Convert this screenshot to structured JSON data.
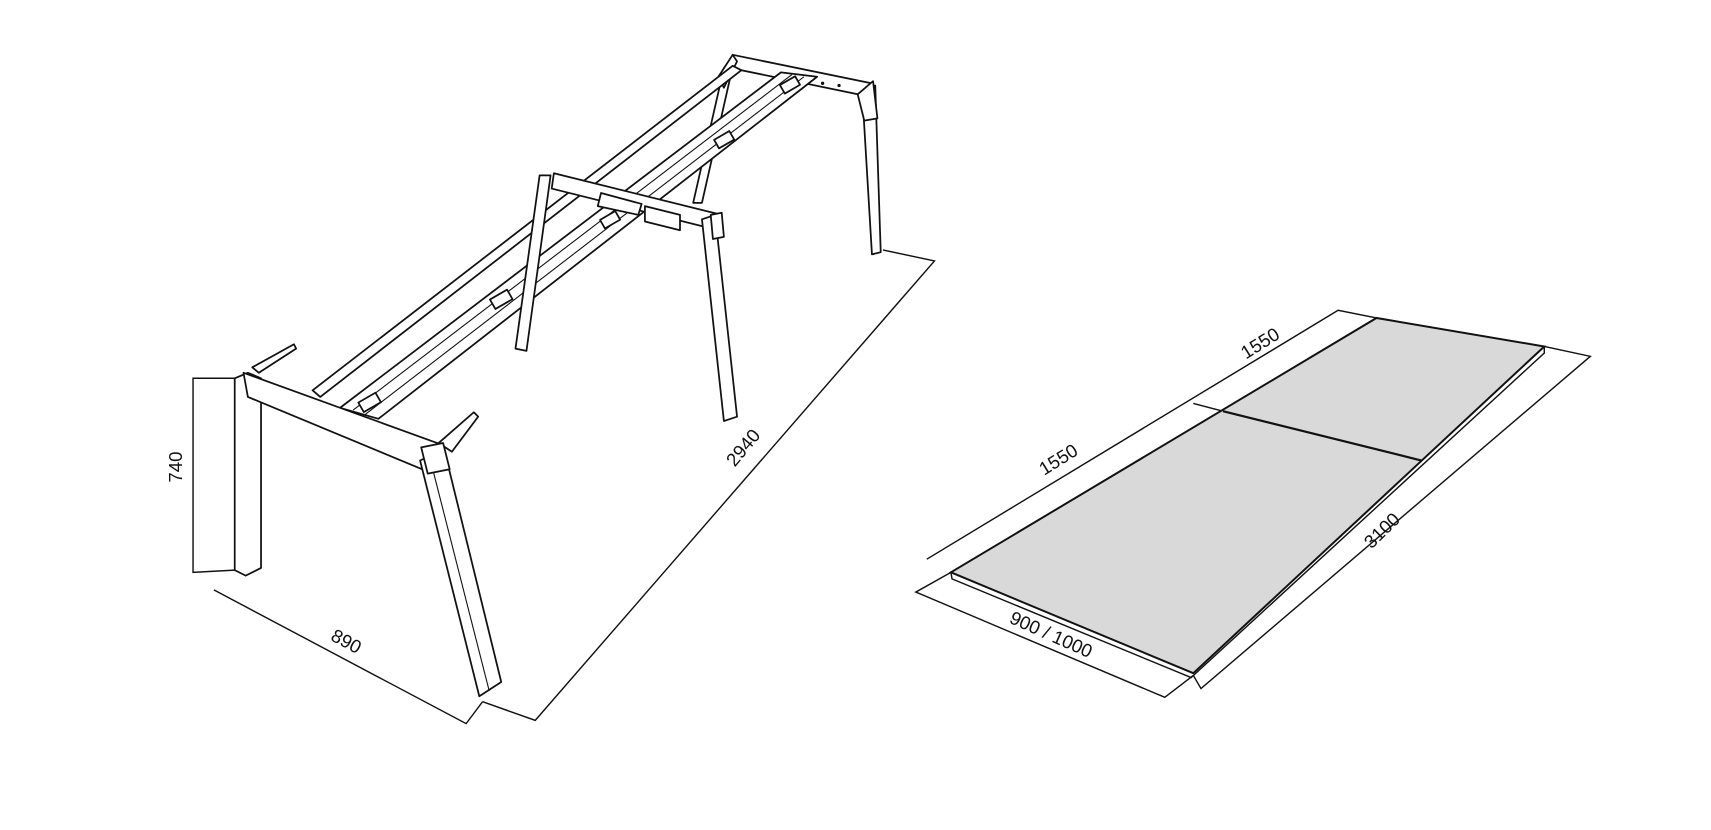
{
  "frame_drawing": {
    "height_label": "740",
    "depth_label": "890",
    "length_label": "2940"
  },
  "top_drawing": {
    "segment_label_1": "1550",
    "segment_label_2": "1550",
    "length_label": "3100",
    "width_label": "900 / 1000",
    "panel_fill": "#d9d9d9"
  }
}
